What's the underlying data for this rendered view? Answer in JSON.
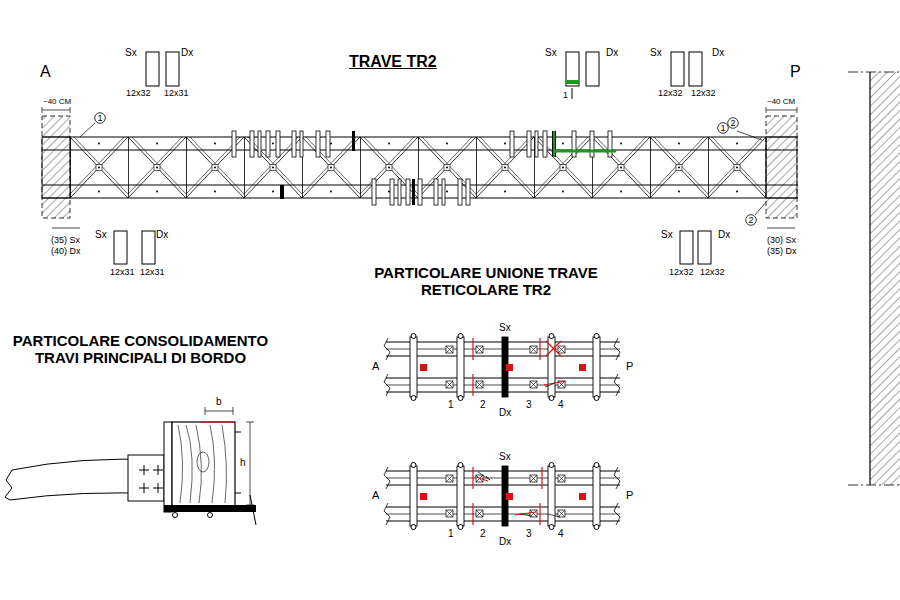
{
  "diagram": {
    "title": "TRAVE TR2",
    "nodes": [
      {
        "text": [
          "1"
        ]
      },
      {
        "text": [
          "1"
        ]
      },
      {
        "text": [
          "2"
        ]
      },
      {
        "text": [
          "2"
        ]
      }
    ],
    "labels": [
      "A",
      "Sx",
      "Dx",
      "12x32",
      "12x31",
      "Sx",
      "Dx",
      "1",
      "Sx",
      "Dx",
      "12x32",
      "12x32",
      "P",
      "~40 CM",
      "~40 CM",
      "(35) Sx",
      "(40) Dx",
      "Sx",
      "Dx",
      "12x31",
      "12x31",
      "Sx",
      "Dx",
      "12x32",
      "12x32",
      "(30) Sx",
      "(35) Dx",
      "PARTICOLARE UNIONE TRAVE RETICOLARE TR2",
      "PARTICOLARE CONSOLIDAMENTO TRAVI PRINCIPALI DI BORDO",
      "Sx",
      "A",
      "P",
      "1",
      "2",
      "3",
      "4",
      "Dx",
      "Sx",
      "A",
      "P",
      "1",
      "2",
      "3",
      "4",
      "Dx",
      "b",
      "h"
    ]
  }
}
